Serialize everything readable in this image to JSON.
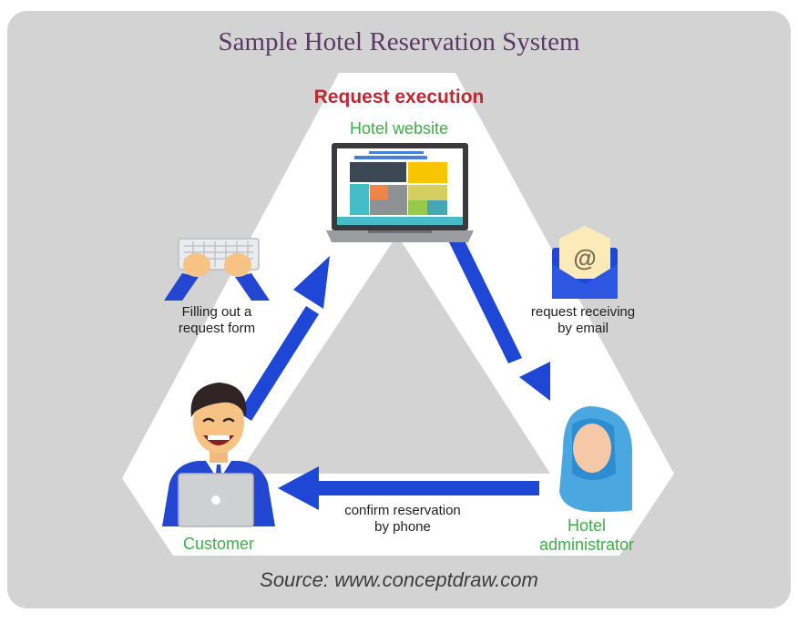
{
  "title": "Sample Hotel Reservation System",
  "nodes": {
    "top_heading": "Request execution",
    "hotel_website": "Hotel website",
    "customer": "Customer",
    "hotel_administrator_line1": "Hotel",
    "hotel_administrator_line2": "administrator"
  },
  "edges": {
    "customer_to_website": {
      "line1": "Filling out a",
      "line2": "request form"
    },
    "website_to_admin": {
      "line1": "request receiving",
      "line2": "by email"
    },
    "admin_to_customer": {
      "line1": "confirm reservation",
      "line2": "by phone"
    }
  },
  "email_symbol": "@",
  "source": "Source: www.conceptdraw.com",
  "colors": {
    "background": "#d3d3d3",
    "triangle": "#ffffff",
    "arrow": "#1f47d6",
    "title": "#5b3a66",
    "heading": "#c0282f",
    "node_label": "#3fae49"
  },
  "icons": [
    "laptop-website-icon",
    "keyboard-hands-icon",
    "email-envelope-icon",
    "customer-person-icon",
    "administrator-person-icon"
  ]
}
